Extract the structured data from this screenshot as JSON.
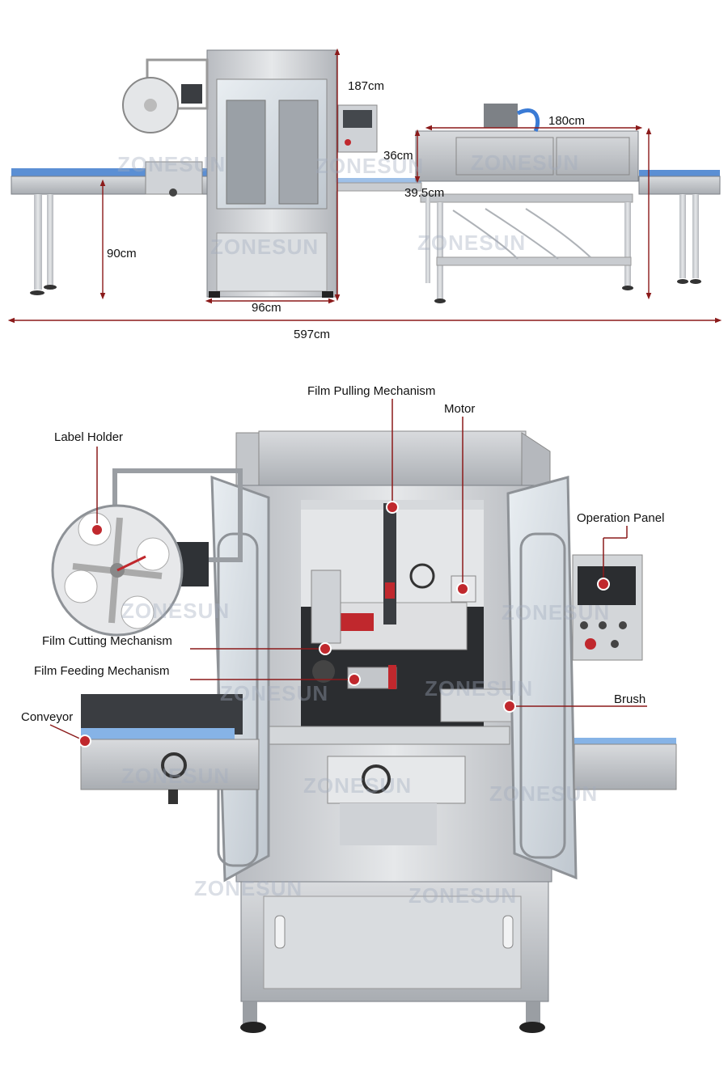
{
  "dimensions": {
    "height": "187cm",
    "tunnel_height": "36cm",
    "tunnel_length": "180cm",
    "tunnel_width": "39.5cm",
    "conveyor_height": "90cm",
    "machine_width": "96cm",
    "total_length": "597cm"
  },
  "callouts": {
    "film_pulling": "Film Pulling Mechanism",
    "motor": "Motor",
    "label_holder": "Label Holder",
    "operation_panel": "Operation Panel",
    "film_cutting": "Film Cutting Mechanism",
    "film_feeding": "Film Feeding Mechanism",
    "brush": "Brush",
    "conveyor": "Conveyor"
  },
  "watermark": "ZONESUN",
  "colors": {
    "dimension_line": "#8b1a1a",
    "callout_line": "#8b1a1a",
    "callout_dot": "#c0282d",
    "steel": "#c9ccd0",
    "steel_dark": "#8e9297",
    "belt": "#5b8fd4"
  }
}
